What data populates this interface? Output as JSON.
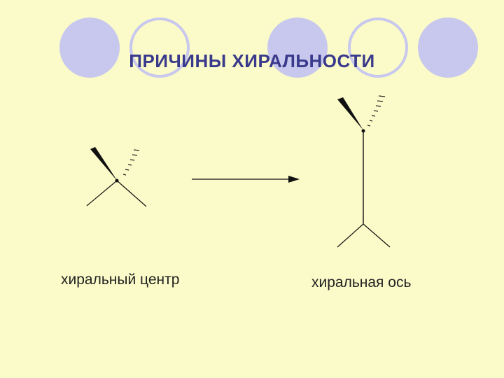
{
  "slide": {
    "title": "ПРИЧИНЫ ХИРАЛЬНОСТИ",
    "background_color": "#fbfbc9",
    "title_color": "#3a3a8c",
    "decor_circle_fill": "#c8c8ee",
    "decor_circle_outline": "#c8c8ee"
  },
  "diagram": {
    "left_caption": "хиральный центр",
    "right_caption": "хиральная ось",
    "left_structure": "chiral-center-icon",
    "arrow": "right-arrow-icon",
    "right_structure": "chiral-axis-icon"
  }
}
